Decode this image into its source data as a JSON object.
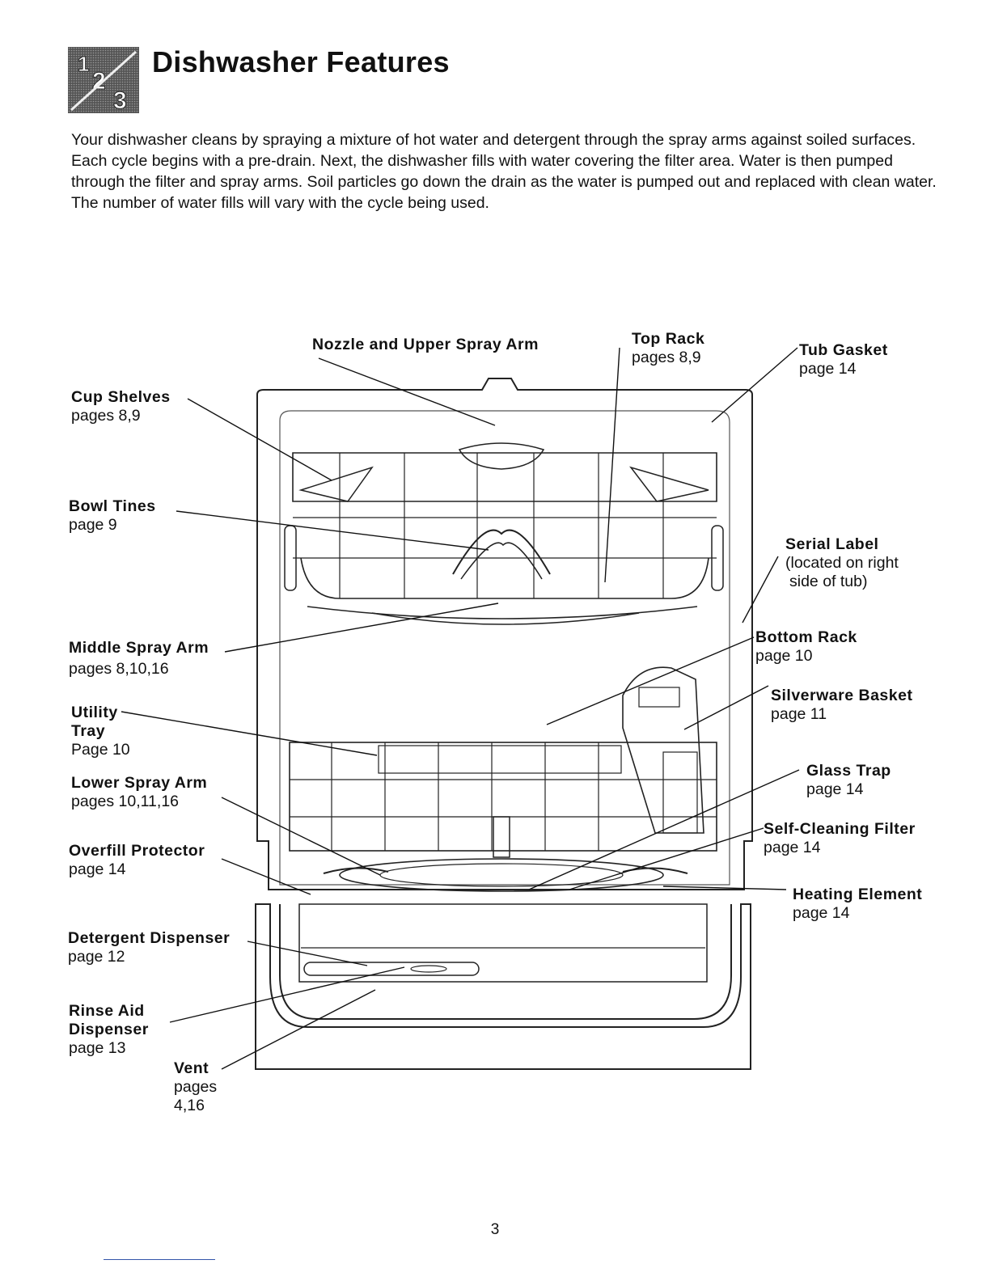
{
  "page": {
    "title": "Dishwasher Features",
    "intro": "Your dishwasher cleans by spraying a mixture of hot water and detergent through the spray arms against soiled surfaces. Each cycle begins with a pre-drain. Next, the dishwasher fills with water covering the filter area. Water is then pumped through the filter and spray arms. Soil particles go down the drain as the water is pumped out and replaced with clean water. The number of water fills will vary with the cycle being used.",
    "page_number": "3",
    "logo_icon": "1-2-3-steps-icon"
  },
  "labels": {
    "nozzle": {
      "name": "Nozzle and Upper Spray Arm"
    },
    "top_rack": {
      "name": "Top Rack",
      "page": "pages 8,9"
    },
    "tub_gasket": {
      "name": "Tub Gasket",
      "page": "page 14"
    },
    "cup_shelves": {
      "name": "Cup Shelves",
      "page": "pages 8,9"
    },
    "bowl_tines": {
      "name": "Bowl Tines",
      "page": "page 9"
    },
    "serial_label": {
      "name": "Serial Label",
      "page": "(located on right",
      "page2": "side of tub)"
    },
    "bottom_rack": {
      "name": "Bottom Rack",
      "page": "page 10"
    },
    "middle_spray": {
      "name": "Middle Spray Arm",
      "page": "pages 8,10,16"
    },
    "silverware": {
      "name": "Silverware Basket",
      "page": "page 11"
    },
    "utility": {
      "name": "Utility",
      "name2": "Tray",
      "page": "Page 10"
    },
    "glass_trap": {
      "name": "Glass Trap",
      "page": "page 14"
    },
    "lower_spray": {
      "name": "Lower Spray Arm",
      "page": "pages 10,11,16"
    },
    "self_clean": {
      "name": "Self-Cleaning Filter",
      "page": "page 14"
    },
    "overfill": {
      "name": "Overfill Protector",
      "page": "page 14"
    },
    "heating": {
      "name": "Heating Element",
      "page": "page 14"
    },
    "detergent": {
      "name": "Detergent Dispenser",
      "page": "page 12"
    },
    "rinse_aid": {
      "name": "Rinse Aid",
      "name2": "Dispenser",
      "page": "page 13"
    },
    "vent": {
      "name": "Vent",
      "page": "pages",
      "page2": "4,16"
    }
  }
}
